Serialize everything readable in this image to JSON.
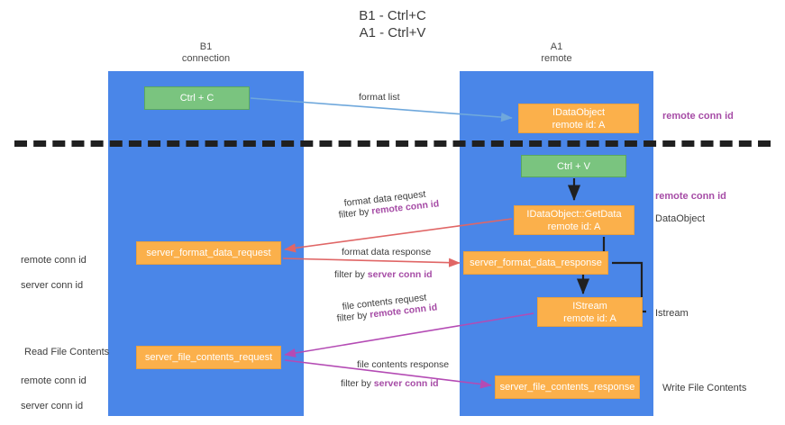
{
  "title": "B1 - Ctrl+C\nA1 - Ctrl+V",
  "lanes": [
    {
      "name": "b1",
      "header": "B1\nconnection"
    },
    {
      "name": "a1",
      "header": "A1\nremote"
    }
  ],
  "boxes": {
    "ctrl_c": "Ctrl + C",
    "idataobject": "IDataObject\nremote id: A",
    "ctrl_v": "Ctrl + V",
    "getdata": "IDataObject::GetData\nremote id: A",
    "server_format_data_request": "server_format_data_request",
    "server_format_data_response": "server_format_data_response",
    "istream": "IStream\nremote id: A",
    "server_file_contents_request": "server_file_contents_request",
    "server_file_contents_response": "server_file_contents_response"
  },
  "edge_labels": {
    "format_list": "format list",
    "format_data_request": "format data request",
    "format_data_request_filter_prefix": "filter by ",
    "format_data_request_filter_key": "remote conn id",
    "format_data_response": "format data response",
    "format_data_response_filter_prefix": "filter by ",
    "format_data_response_filter_key": "server conn id",
    "file_contents_request": "file contents request",
    "file_contents_request_filter_prefix": "filter by ",
    "file_contents_request_filter_key": "remote conn id",
    "file_contents_response": "file contents response",
    "file_contents_response_filter_prefix": "filter by ",
    "file_contents_response_filter_key": "server conn id"
  },
  "annotations": {
    "remote_conn_id_top": "remote conn id",
    "remote_conn_id_mid": "remote conn id",
    "dataobject": "DataObject",
    "istream": "Istream",
    "write_file_contents": "Write File Contents",
    "read_file_contents": "Read File Contents",
    "left_remote_conn_id_a": "remote conn id",
    "left_server_conn_id_a": "server conn id",
    "left_remote_conn_id_b": "remote conn id",
    "left_server_conn_id_b": "server conn id"
  },
  "colors": {
    "lane": "#4a86e8",
    "green_box": "#7ac47f",
    "orange_box": "#fbb04b",
    "purple": "#a64ca6",
    "green_text": "#6aa84f",
    "arrow_blue": "#6fa8dc",
    "arrow_red": "#e06666",
    "arrow_magenta": "#b44bb4",
    "arrow_black": "#202020"
  }
}
